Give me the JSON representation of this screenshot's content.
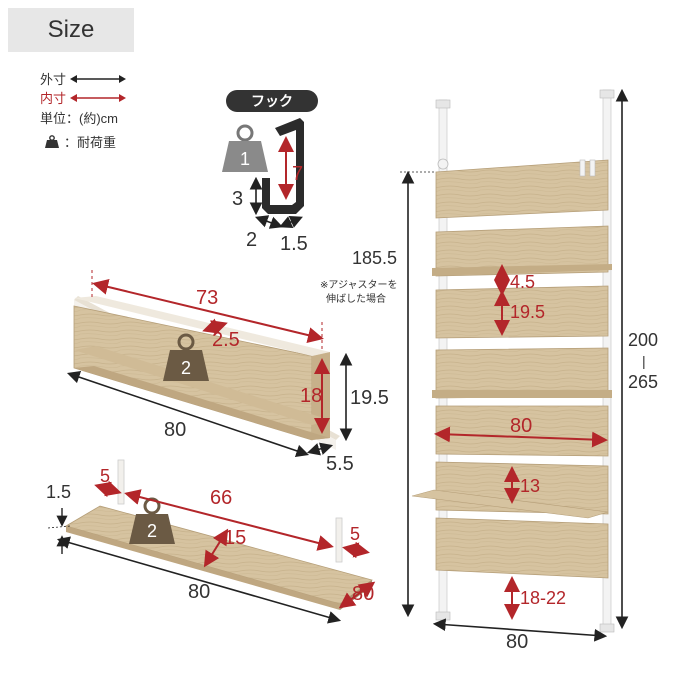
{
  "badge": "Size",
  "legend": {
    "outer": "外寸",
    "inner": "内寸",
    "unit": "単位：(約)cm",
    "load": "：耐荷重"
  },
  "hook": {
    "title": "フック",
    "load": "1",
    "height_inner": "7",
    "height_outer": "3",
    "width": "2",
    "depth": "1.5"
  },
  "shelf_top": {
    "inner_width": "73",
    "inner_depth": "2.5",
    "load": "2",
    "inner_height": "18",
    "outer_height": "19.5",
    "outer_width": "80",
    "outer_depth": "5.5"
  },
  "shelf_bottom": {
    "thickness": "1.5",
    "left_gap": "5",
    "inner_width": "66",
    "load": "2",
    "inner_depth": "15",
    "right_gap": "5",
    "outer_width": "80",
    "outer_depth": "80"
  },
  "unit": {
    "height_adjuster": "185.5",
    "adjuster_note_1": "※アジャスターを",
    "adjuster_note_2": "伸ばした場合",
    "gap_small": "4.5",
    "gap_large": "19.5",
    "inner_width": "80",
    "shelf_gap": "13",
    "floor_gap": "18-22",
    "outer_width": "80",
    "total_height_min": "200",
    "total_height_dash": "|",
    "total_height_max": "265"
  },
  "colors": {
    "wood": "#d6c3a0",
    "wood_dark": "#b59e78",
    "inner_arrow": "#b3262a",
    "outer_arrow": "#222222",
    "badge_bg": "#e7e7e7"
  }
}
